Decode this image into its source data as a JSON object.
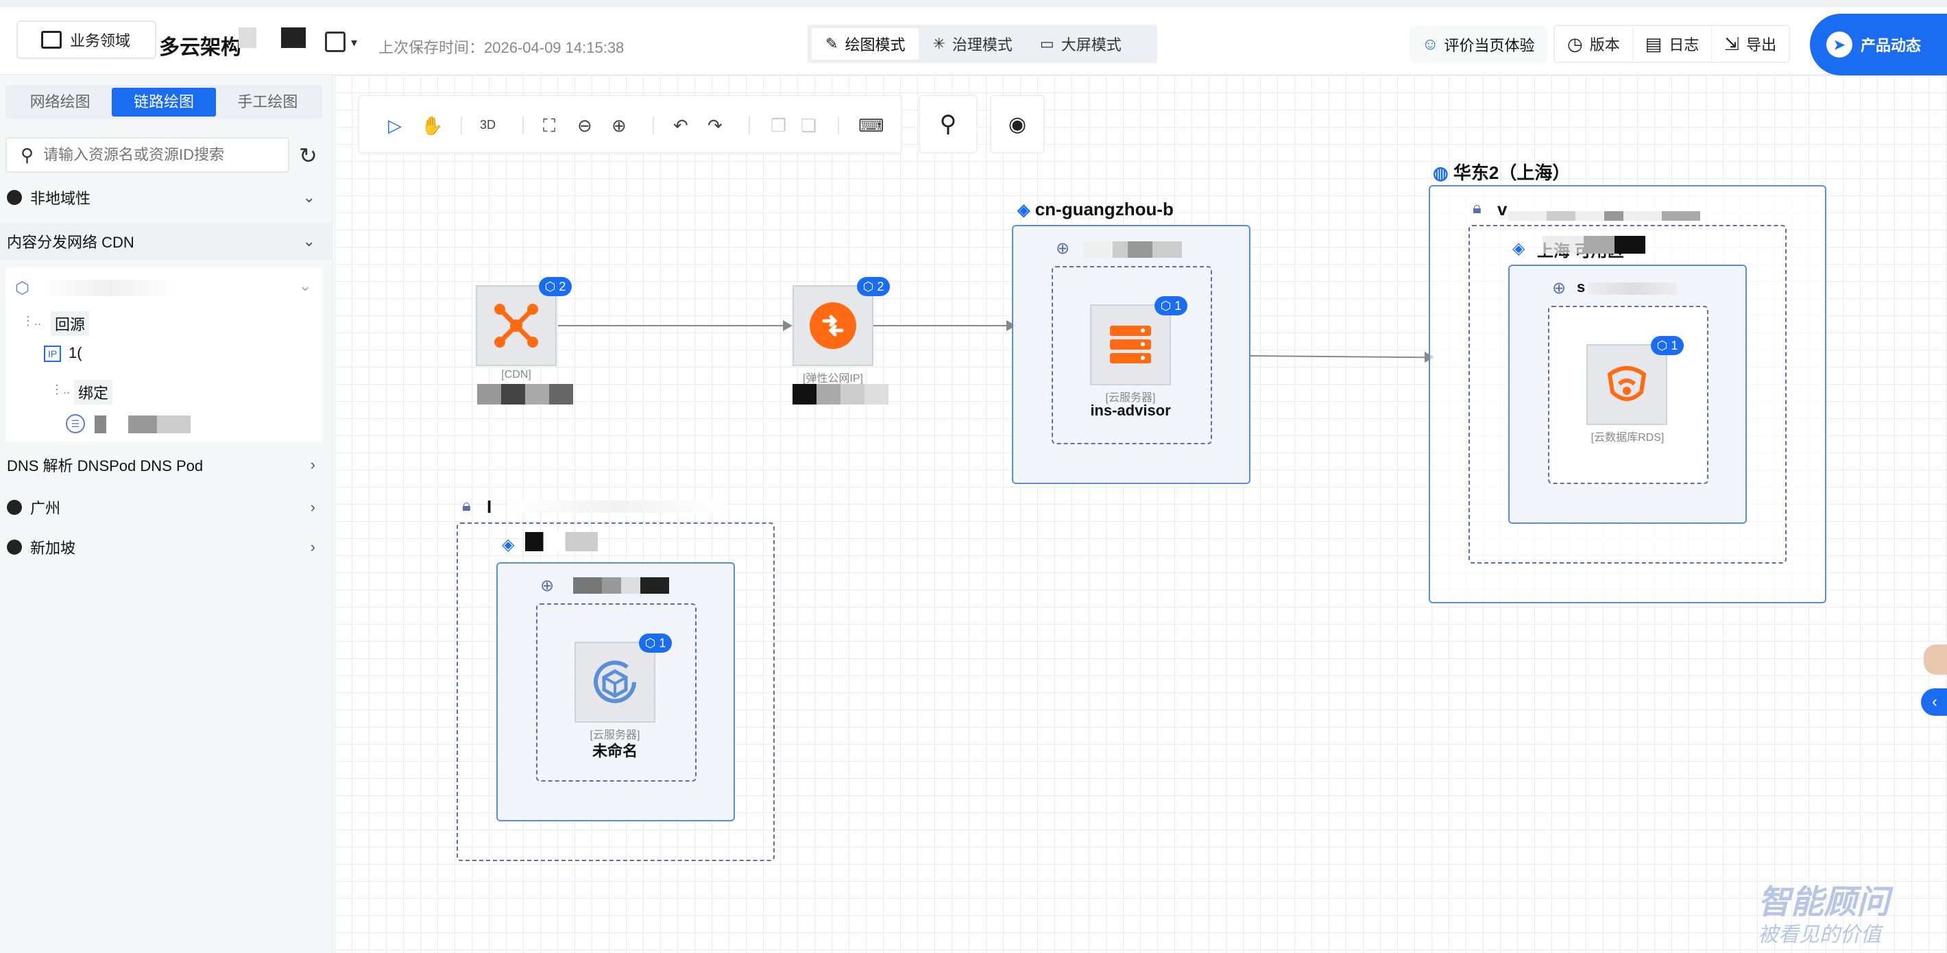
{
  "header": {
    "domain_button": "业务领域",
    "app_title": "多云架构",
    "last_save": "上次保存时间：2026-04-09 14:15:38",
    "modes": [
      {
        "label": "绘图模式",
        "icon": "pencil-icon",
        "active": true
      },
      {
        "label": "治理模式",
        "icon": "asterisk-icon",
        "active": false
      },
      {
        "label": "大屏模式",
        "icon": "monitor-icon",
        "active": false
      }
    ],
    "rate_label": "评价当页体验",
    "version_label": "版本",
    "log_label": "日志",
    "export_label": "导出",
    "news_label": "产品动态"
  },
  "sidebar": {
    "tabs": [
      {
        "label": "网络绘图",
        "active": false
      },
      {
        "label": "链路绘图",
        "active": true
      },
      {
        "label": "手工绘图",
        "active": false
      }
    ],
    "search_placeholder": "请输入资源名或资源ID搜索",
    "sections": {
      "non_region": "非地域性",
      "cdn": "内容分发网络 CDN",
      "dns": "DNS 解析 DNSPod DNS Pod",
      "guangzhou": "广州",
      "singapore": "新加坡"
    },
    "tree": {
      "origin": "回源",
      "ip_badge": "IP",
      "ip_value": "1(",
      "bind": "绑定"
    }
  },
  "canvas": {
    "nodes": {
      "cdn": {
        "type": "[CDN]",
        "badge": "2"
      },
      "eip": {
        "type": "[弹性公网IP]",
        "badge": "2"
      },
      "cvm1": {
        "type": "[云服务器]",
        "name": "ins-advisor",
        "badge": "1"
      },
      "rds": {
        "type": "[云数据库RDS]",
        "badge": "1"
      },
      "cvm2": {
        "type": "[云服务器]",
        "name": "未命名",
        "badge": "1"
      }
    },
    "frames": {
      "zone_gz": "cn-guangzhou-b",
      "region_sh": "华东2（上海）",
      "vpc_sh": "v",
      "zone_sh": "上海 可用区",
      "subnet_sh": "s",
      "vpc_left": "I"
    }
  },
  "watermark": {
    "line1": "智能顾问",
    "line2": "被看见的价值"
  },
  "colors": {
    "accent": "#1a6cf0",
    "orange": "#ff6a13",
    "frame_blue": "#5a8fd6"
  }
}
